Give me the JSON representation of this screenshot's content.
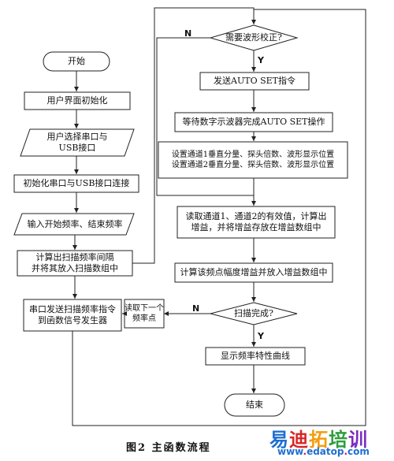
{
  "nodes": {
    "start": "开始",
    "user_ui_init": "用户界面初始化",
    "user_select_ports": "用户选择串口与\nUSB接口",
    "init_ports_connect": "初始化串口与USB接口连接",
    "input_freqs": "输入开始频率、结束频率",
    "calc_scan_interval": "计算出扫描频率间隔\n并将其放入扫描数组中",
    "serial_send_scan": "串口发送扫描频率指令\n到函数信号发生器",
    "read_next_point": "读取下一个\n频率点",
    "need_waveform_correct": "需要波形校正?",
    "send_auto_set": "发送AUTO SET指令",
    "wait_auto_set": "等待数字示波器完成AUTO SET操作",
    "set_channels": "设置通道1垂直分量、探头倍数、波形显示位置\n设置通道2垂直分量、探头倍数、波形显示位置",
    "read_channel_values": "读取通道1、通道2的有效值，计算出\n增益，并将增益存放在增益数组中",
    "calc_gain": "计算该频点幅度增益并放入增益数组中",
    "scan_complete": "扫描完成?",
    "show_curve": "显示频率特性曲线",
    "end": "结束"
  },
  "edge_labels": {
    "correct_no": "N",
    "correct_yes": "Y",
    "scan_no": "N",
    "scan_yes": "Y"
  },
  "caption": "图2  主函数流程",
  "watermark": {
    "brand": "易迪拓培训",
    "url_prefix": "www",
    "url_sep1": ".",
    "url_mid": "edatop",
    "url_sep2": ".",
    "url_suffix": "com",
    "brand_colors": [
      "#1e6fd0",
      "#d62828",
      "#f39c12",
      "#2e9e3e",
      "#7b2cbf"
    ],
    "url_color": "#1e6fd0"
  }
}
